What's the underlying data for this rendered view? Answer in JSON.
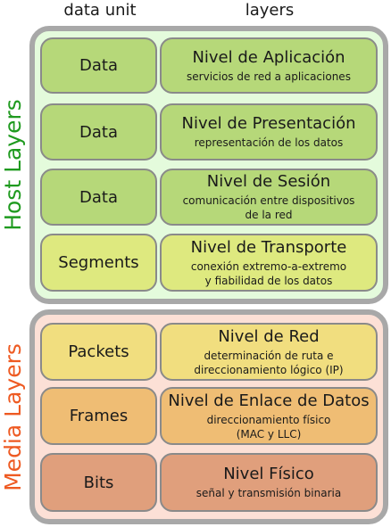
{
  "headers": {
    "data_unit": "data unit",
    "layers": "layers"
  },
  "groups": {
    "host": {
      "label": "Host Layers",
      "color": "#1f9a1f"
    },
    "media": {
      "label": "Media Layers",
      "color": "#ee5a22"
    }
  },
  "rows": [
    {
      "unit": "Data",
      "name": "Nivel de Aplicación",
      "desc": [
        "servicios de red a aplicaciones"
      ],
      "color": "#b6d879"
    },
    {
      "unit": "Data",
      "name": "Nivel de Presentación",
      "desc": [
        "representación de los datos"
      ],
      "color": "#b6d879"
    },
    {
      "unit": "Data",
      "name": "Nivel de Sesión",
      "desc": [
        "comunicación entre dispositivos",
        "de la red"
      ],
      "color": "#b6d879"
    },
    {
      "unit": "Segments",
      "name": "Nivel de Transporte",
      "desc": [
        "conexión extremo-a-extremo",
        "y fiabilidad de los datos"
      ],
      "color": "#dee97f"
    },
    {
      "unit": "Packets",
      "name": "Nivel de Red",
      "desc": [
        "determinación de ruta e",
        "direccionamiento lógico (IP)"
      ],
      "color": "#f1de7f"
    },
    {
      "unit": "Frames",
      "name": "Nivel de Enlace de Datos",
      "desc": [
        "direccionamiento físico",
        "(MAC y LLC)"
      ],
      "color": "#efbd74"
    },
    {
      "unit": "Bits",
      "name": "Nivel Físico",
      "desc": [
        "señal y transmisión binaria"
      ],
      "color": "#e09f7c"
    }
  ]
}
